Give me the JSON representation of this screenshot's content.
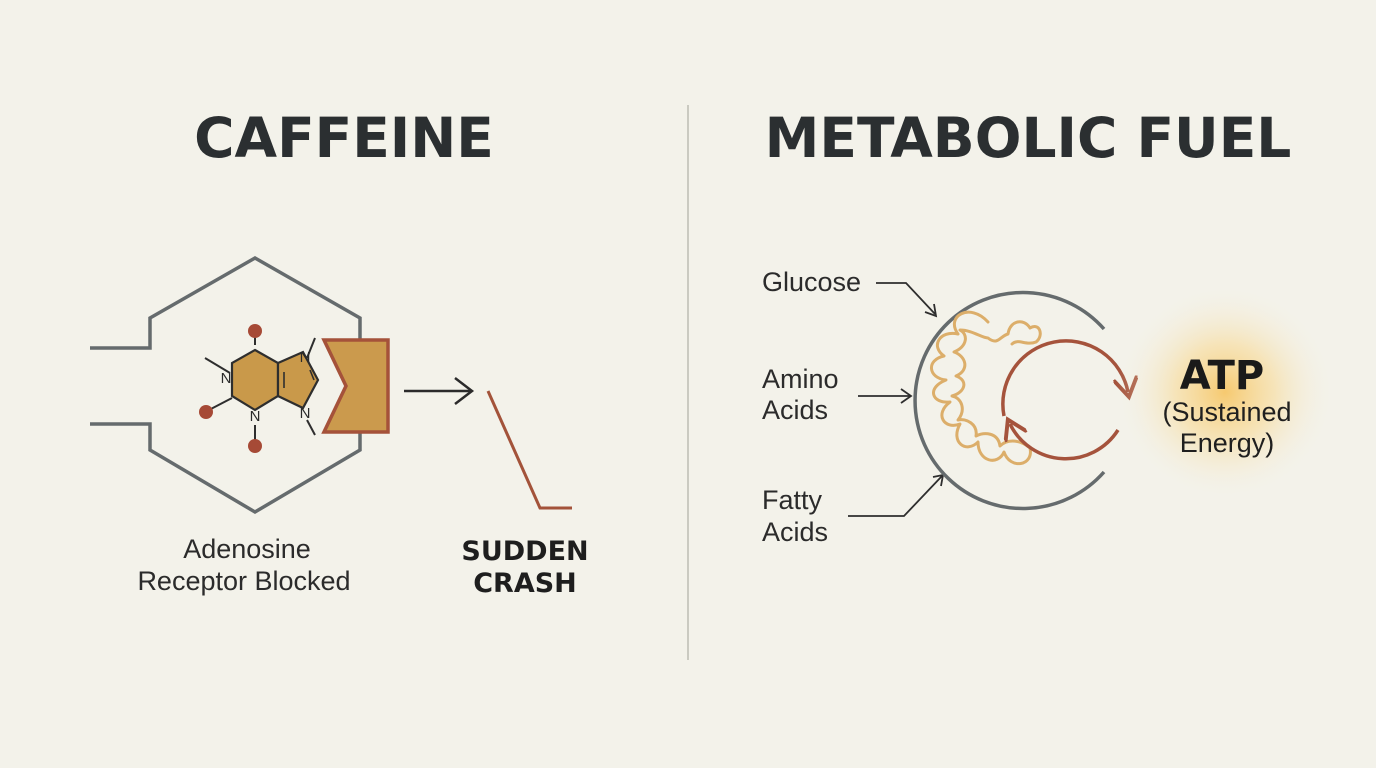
{
  "left": {
    "title": "CAFFEINE",
    "receptor_label_line1": "Adenosine",
    "receptor_label_line2": "Receptor Blocked",
    "crash_line1": "SUDDEN",
    "crash_line2": "CRASH",
    "atom_labels": [
      "N",
      "N",
      "N",
      "N"
    ]
  },
  "right": {
    "title": "METABOLIC FUEL",
    "inputs": {
      "glucose": "Glucose",
      "amino_line1": "Amino",
      "amino_line2": "Acids",
      "fatty_line1": "Fatty",
      "fatty_line2": "Acids"
    },
    "output_title": "ATP",
    "output_line1": "(Sustained",
    "output_line2": "Energy)"
  },
  "colors": {
    "background": "#f3f2ea",
    "outline_gray": "#656b6d",
    "molecule_gold": "#c9994a",
    "molecule_red": "#a64a36",
    "crash_line": "#a3533a",
    "mito_outline": "#dcae6a",
    "cycle_arrow": "#a5533c",
    "glow": "#f4c461"
  }
}
